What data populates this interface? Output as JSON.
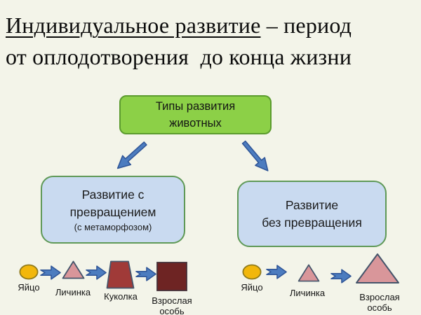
{
  "background": "#F3F4E9",
  "slide_title": {
    "underlined_part": "Индивидуальное развитие",
    "suffix": " – период",
    "line2": "от оплодотворения  до конца жизни"
  },
  "root_box": {
    "line1": "Типы развития",
    "line2": "животных",
    "fill": "#8CD047",
    "border_color": "#5B9B2E"
  },
  "branch_boxes": {
    "fill": "#C9DAF0",
    "border_color": "#5F9957",
    "left": {
      "line1": "Развитие с",
      "line2": "превращением",
      "note": "(с метаморфозом)"
    },
    "right": {
      "line1": "Развитие",
      "line2": "без превращения"
    }
  },
  "arrows": {
    "fill": "#4C7CBF",
    "stroke": "#2F5597"
  },
  "sequences": {
    "with_metamorphosis": {
      "stages": [
        {
          "shape": "egg-ellipse",
          "label": "Яйцо",
          "fill": "#F2B70C",
          "stroke": "#8F7A1C"
        },
        {
          "shape": "larva-triangle",
          "label": "Личинка",
          "fill": "#D9969A",
          "stroke": "#44546A"
        },
        {
          "shape": "pupa-trapezoid",
          "label": "Куколка",
          "fill": "#A03A38",
          "stroke": "#44546A"
        },
        {
          "shape": "adult-square",
          "label": "Взрослая особь",
          "fill": "#6E2423",
          "stroke": "#453038"
        }
      ]
    },
    "without_metamorphosis": {
      "stages": [
        {
          "shape": "egg-ellipse",
          "label": "Яйцо",
          "fill": "#F2B70C",
          "stroke": "#8F7A1C"
        },
        {
          "shape": "larva-triangle",
          "label": "Личинка",
          "fill": "#D9969A",
          "stroke": "#44546A"
        },
        {
          "shape": "adult-triangle",
          "label": "Взрослая особь",
          "fill": "#D9969A",
          "stroke": "#44546A"
        }
      ]
    }
  }
}
